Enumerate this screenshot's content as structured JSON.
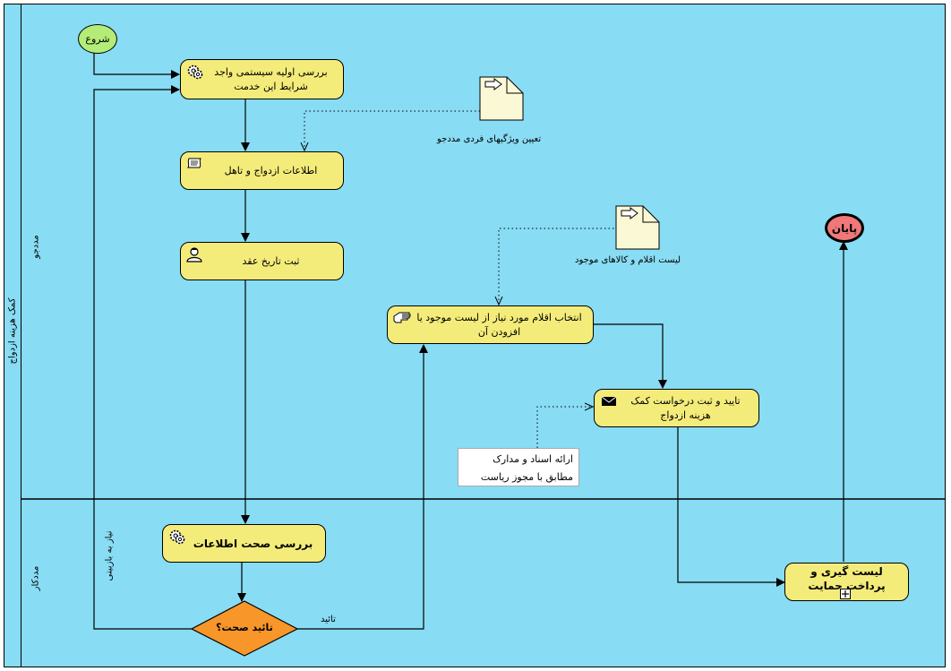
{
  "pool": {
    "title": "کمک هزینه ازدواج",
    "lanes": [
      {
        "name": "مددجو"
      },
      {
        "name": "مددکار"
      }
    ]
  },
  "events": {
    "start": "شروع",
    "end": "پایان"
  },
  "tasks": {
    "initial_check": "بررسی اولیه سیستمی واجد شرایط این خدمت",
    "marriage_info": "اطلاعات ازدواج و تاهل",
    "register_date": "ثبت تاریخ عقد",
    "select_items": "انتخاب اقلام مورد نیاز از لیست موجود یا افزودن آن",
    "confirm_request": "تایید و ثبت درخواست کمک هزینه ازدواج",
    "verify_info": "بررسی صحت اطلاعات",
    "list_pay": "لیست گیری و پرداخت حمایت"
  },
  "gateway": {
    "label": "تائید صحت؟"
  },
  "data_objects": {
    "personal_specs": "تعیین ویژگیهای فردی مددجو",
    "items_list": "لیست اقلام و کالاهای موجود"
  },
  "annotation": {
    "line1": "ارائه اسناد و مدارک",
    "line2": "مطابق با مجوز ریاست"
  },
  "flow_labels": {
    "approved": "تائید",
    "needs_review": "نیاز به بازبینی"
  },
  "colors": {
    "pool_bg": "#88dcf4",
    "task_fill": "#f4ec7a",
    "start_fill": "#b4ec78",
    "end_fill": "#f07878",
    "gateway_fill": "#f8962a",
    "doc_fill": "#fbf8d6"
  },
  "icons": {
    "initial_check": "gear-service-icon",
    "marriage_info": "scroll-script-icon",
    "register_date": "user-task-icon",
    "select_items": "manual-hand-icon",
    "confirm_request": "envelope-send-icon",
    "verify_info": "gear-service-icon",
    "list_pay": "subprocess-plus-icon"
  }
}
